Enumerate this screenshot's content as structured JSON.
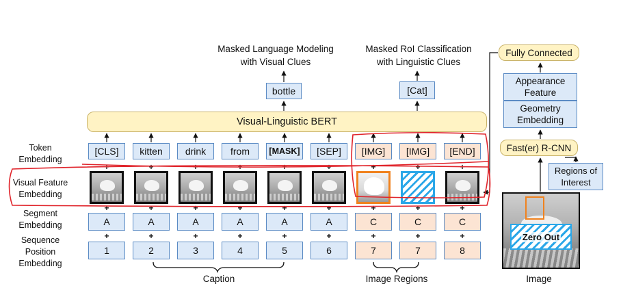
{
  "titles": {
    "mlm_line1": "Masked Language Modeling",
    "mlm_line2": "with Visual Clues",
    "mrc_line1": "Masked RoI Classification",
    "mrc_line2": "with Linguistic Clues"
  },
  "outputs": {
    "bottle": "bottle",
    "cat": "[Cat]"
  },
  "bert_label": "Visual-Linguistic BERT",
  "row_labels": {
    "token_1": "Token",
    "token_2": "Embedding",
    "visual_1": "Visual Feature",
    "visual_2": "Embedding",
    "segment_1": "Segment",
    "segment_2": "Embedding",
    "position_1": "Sequence",
    "position_2": "Position",
    "position_3": "Embedding"
  },
  "tokens": [
    "[CLS]",
    "kitten",
    "drink",
    "from",
    "[MASK]",
    "[SEP]",
    "[IMG]",
    "[IMG]",
    "[END]"
  ],
  "segments": [
    "A",
    "A",
    "A",
    "A",
    "A",
    "A",
    "C",
    "C",
    "C"
  ],
  "positions": [
    "1",
    "2",
    "3",
    "4",
    "5",
    "6",
    "7",
    "7",
    "8"
  ],
  "plus_sign": "+",
  "group_labels": {
    "caption": "Caption",
    "image_regions": "Image Regions",
    "image": "Image"
  },
  "pipeline": {
    "fully_connected": "Fully Connected",
    "appearance_1": "Appearance",
    "appearance_2": "Feature",
    "geometry_1": "Geometry",
    "geometry_2": "Embedding",
    "faster_rcnn": "Fast(er) R-CNN",
    "regions_1": "Regions of",
    "regions_2": "Interest",
    "zero_out": "Zero Out"
  },
  "colors": {
    "text_box_fill": "#dce9f8",
    "region_box_fill": "#fce4d3",
    "bert_fill": "#fff3c4",
    "box_border": "#5b8bc4",
    "highlight_red": "#e0242b",
    "roi_orange": "#f0821e",
    "hatch_blue": "#2aa7e8"
  }
}
